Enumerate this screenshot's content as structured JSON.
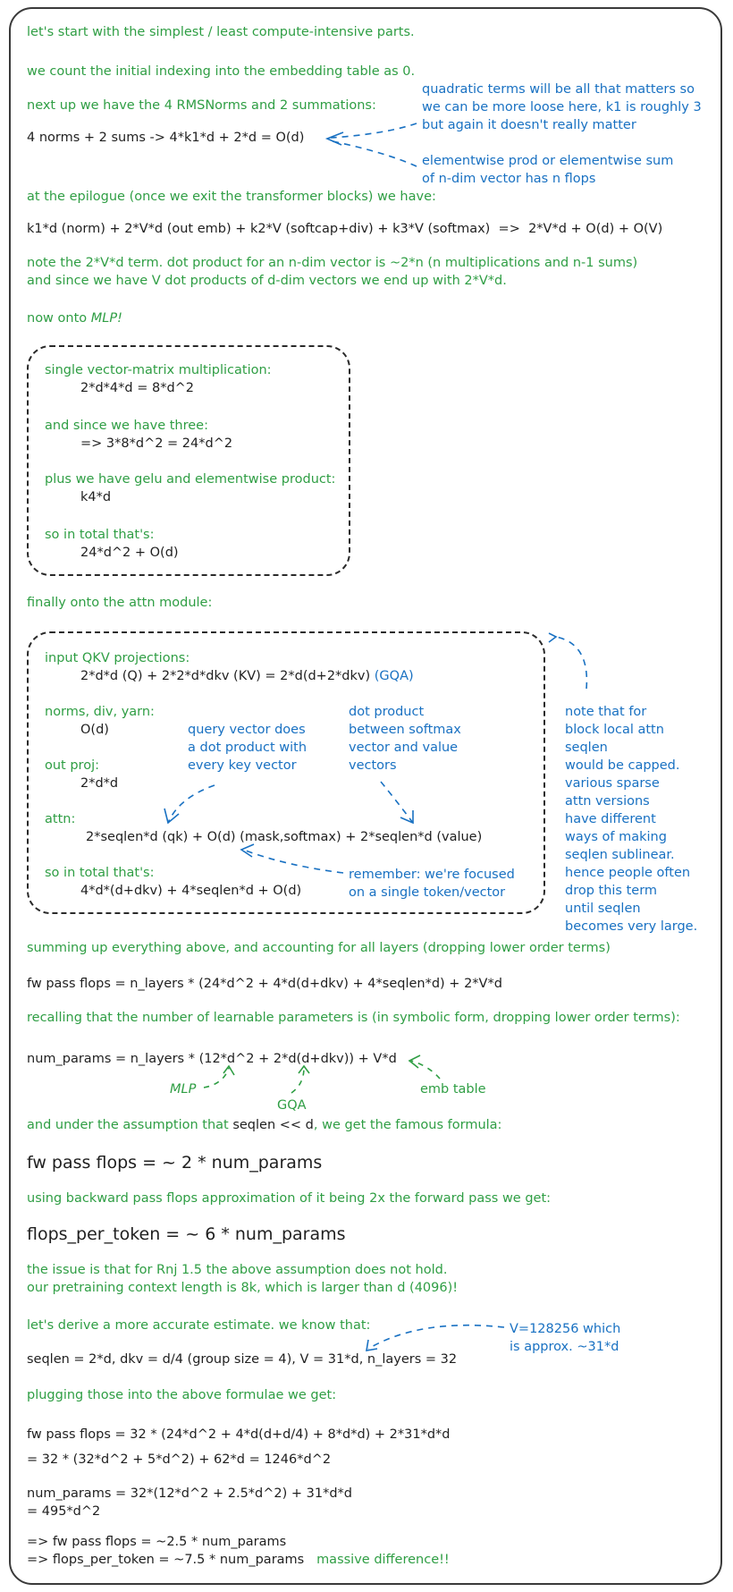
{
  "intro": {
    "line1": "let's start with the simplest / least compute-intensive parts.",
    "line2": "we count the initial indexing into the embedding table as 0.",
    "line3": "next up we have the 4 RMSNorms and 2 summations:",
    "formula": "4 norms + 2 sums -> 4*k1*d + 2*d = O(d)"
  },
  "notes": {
    "quadratic": [
      "quadratic terms will be all that matters so",
      "we can be more loose here, k1 is roughly 3",
      "but again it doesn't really matter"
    ],
    "elementwise": [
      "elementwise prod or elementwise sum",
      "of n-dim vector has n flops"
    ]
  },
  "epilogue": {
    "label": "at the epilogue (once we exit the transformer blocks) we have:",
    "formula": "k1*d (norm) + 2*V*d (out emb) + k2*V (softcap+div) + k3*V (softmax)  =>  2*V*d + O(d) + O(V)",
    "note1": "note the 2*V*d term. dot product for an n-dim vector is ~2*n (n multiplications and n-1 sums)",
    "note2": "and since we have V dot products of d-dim vectors we end up with 2*V*d."
  },
  "mlp": {
    "heading_prefix": "now onto ",
    "heading_em": "MLP!",
    "l1": "single vector-matrix multiplication:",
    "f1": "2*d*4*d = 8*d^2",
    "l2": "and since we have three:",
    "f2": "=> 3*8*d^2 = 24*d^2",
    "l3": "plus we have gelu and elementwise product:",
    "f3": "k4*d",
    "l4": "so in total that's:",
    "f4": "24*d^2 + O(d)"
  },
  "attn": {
    "heading": "finally onto the attn module:",
    "l1": "input QKV projections:",
    "f1": "2*d*d (Q) + 2*2*d*dkv (KV) = 2*d(d+2*dkv)",
    "f1_note": "(GQA)",
    "l2": "norms, div, yarn:",
    "f2": "O(d)",
    "l3": "out proj:",
    "f3": "2*d*d",
    "l4": "attn:",
    "f4": "2*seqlen*d (qk) + O(d) (mask,softmax) + 2*seqlen*d (value)",
    "l5": "so in total that's:",
    "f5": "4*d*(d+dkv) + 4*seqlen*d + O(d)",
    "note_query": [
      "query vector does",
      "a dot product with",
      "every key vector"
    ],
    "note_dot": [
      "dot product",
      "between softmax",
      "vector and value",
      "vectors"
    ],
    "note_remember": [
      "remember: we're focused",
      "on a single token/vector"
    ],
    "note_side": [
      "note that for",
      "block local attn",
      "seqlen",
      "would be capped.",
      "various sparse",
      "attn versions",
      "have different",
      "ways of making",
      "seqlen sublinear.",
      "hence people often",
      "drop this term",
      "until seqlen",
      "becomes very large."
    ]
  },
  "summary": {
    "s1": "summing up everything above, and accounting for all layers (dropping lower order terms)",
    "f1": "fw pass flops = n_layers * (24*d^2 + 4*d(d+dkv) + 4*seqlen*d) + 2*V*d",
    "s2": "recalling that the number of learnable parameters is (in symbolic form, dropping lower order terms):",
    "f2": "num_params = n_layers * (12*d^2 + 2*d(d+dkv)) + V*d",
    "lbl_mlp": "MLP",
    "lbl_gqa": "GQA",
    "lbl_emb": "emb table",
    "s3_a": "and under the assumption that ",
    "s3_b": "seqlen << d",
    "s3_c": ", we get the famous formula:",
    "big1": "fw pass flops = ~ 2 * num_params",
    "s4": "using backward pass flops approximation of it being 2x the forward pass we get:",
    "big2": "flops_per_token = ~ 6 * num_params",
    "s5": "the issue is that for Rnj 1.5 the above assumption does not hold.",
    "s6": "our pretraining context length is 8k, which is larger than d (4096)!"
  },
  "derive": {
    "s1": "let's derive a more accurate estimate. we know that:",
    "f1": "seqlen = 2*d, dkv = d/4 (group size = 4), V = 31*d, n_layers = 32",
    "note": [
      "V=128256 which",
      "is approx. ~31*d"
    ],
    "s2": "plugging those into the above formulae we get:",
    "f2": "fw pass flops = 32 * (24*d^2 + 4*d(d+d/4) + 8*d*d) + 2*31*d*d",
    "f3": "= 32 * (32*d^2 + 5*d^2) + 62*d = 1246*d^2",
    "f4": "num_params = 32*(12*d^2 + 2.5*d^2) + 31*d*d",
    "f5": "= 495*d^2",
    "f6": "=> fw pass flops = ~2.5 * num_params",
    "f7": "=> flops_per_token = ~7.5 * num_params",
    "f7_note": "massive difference!!"
  },
  "colors": {
    "green": "#2f9e44",
    "blue": "#1971c2",
    "black": "#1f1f1f"
  }
}
